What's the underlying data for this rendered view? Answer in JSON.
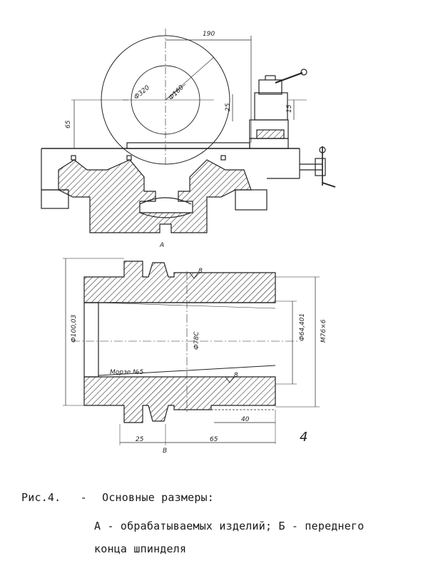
{
  "figure": {
    "view_a_label": "А",
    "view_b_label": "В",
    "page_number": "4",
    "view_a": {
      "dim_190": "190",
      "dim_d320": "Ф320",
      "dim_d160": "Ф160",
      "dim_65": "65",
      "dim_25": "25",
      "dim_15": "15"
    },
    "view_b": {
      "dim_d100": "Ф100,03",
      "dim_d78": "Ф78С",
      "dim_d64": "Ф64,401",
      "dim_m76": "М76×6",
      "taper": "Морзе №5",
      "rough_top": "8",
      "rough_bottom": "8",
      "dim_40": "40",
      "dim_25": "25",
      "dim_65": "65"
    }
  },
  "caption": {
    "line1_prefix": "Рис.4.",
    "line1_dash": "-",
    "line1_text": "Основные размеры:",
    "line2": "А - обрабатываемых изделий; Б - переднего",
    "line3": "конца шпинделя"
  }
}
